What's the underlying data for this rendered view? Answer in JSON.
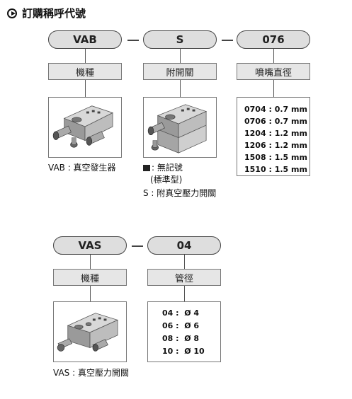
{
  "title": "訂購稱呼代號",
  "section1": {
    "codes": [
      "VAB",
      "S",
      "076"
    ],
    "labels": [
      "機種",
      "附開關",
      "噴嘴直徑"
    ],
    "caption_model": "VAB : 真空發生器",
    "caption_switch_none": ": 無記號",
    "caption_switch_standard": "(標準型)",
    "caption_switch_s": "S : 附真空壓力開關",
    "nozzle_options": [
      {
        "code": "0704",
        "value": "0.7 mm"
      },
      {
        "code": "0706",
        "value": "0.7 mm"
      },
      {
        "code": "1204",
        "value": "1.2 mm"
      },
      {
        "code": "1206",
        "value": "1.2 mm"
      },
      {
        "code": "1508",
        "value": "1.5 mm"
      },
      {
        "code": "1510",
        "value": "1.5 mm"
      }
    ]
  },
  "section2": {
    "codes": [
      "VAS",
      "04"
    ],
    "labels": [
      "機種",
      "管徑"
    ],
    "caption_model": "VAS : 真空壓力開關",
    "tube_options": [
      {
        "code": "04",
        "value": "Ø 4"
      },
      {
        "code": "06",
        "value": "Ø 6"
      },
      {
        "code": "08",
        "value": "Ø 8"
      },
      {
        "code": "10",
        "value": "Ø 10"
      }
    ]
  }
}
